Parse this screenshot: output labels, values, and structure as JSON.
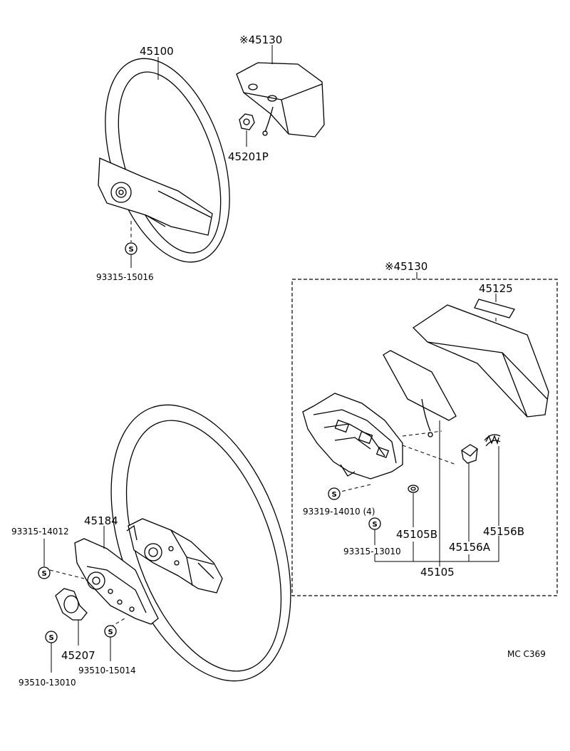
{
  "diagram": {
    "corner_code": "MC  C369",
    "labels": {
      "steering_wheel_upper": "45100",
      "pad_upper": "※45130",
      "nut_upper": "45201P",
      "screw_upper": "93315-15016",
      "pad_box": "※45130",
      "emblem": "45125",
      "cover_lower": "45184",
      "screw_lower_left": "93315-14012",
      "spring": "45207",
      "screw_spring": "93510-13010",
      "screw_cover": "93510-15014",
      "screw_box_4": "93319-14010 (4)",
      "part_45105b": "45105B",
      "screw_box": "93315-13010",
      "part_45156a": "45156A",
      "part_45156b": "45156B",
      "assembly_45105": "45105"
    },
    "s_mark": "S"
  }
}
